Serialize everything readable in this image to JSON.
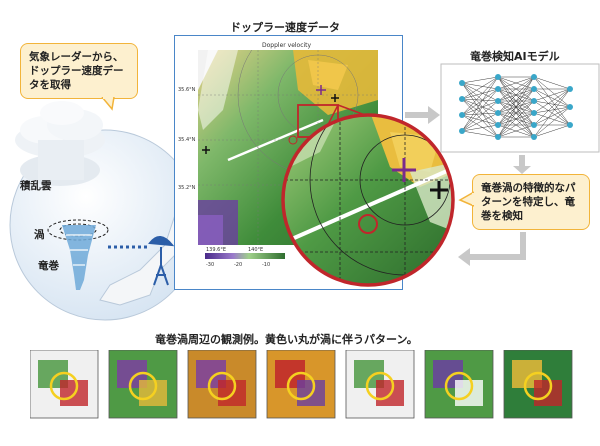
{
  "callouts": {
    "radar": "気象レーダーから、ドップラー速度データを取得",
    "detect": "竜巻渦の特徴的なパターンを特定し、竜巻を検知"
  },
  "titles": {
    "doppler": "ドップラー速度データ",
    "model": "竜巻検知AIモデル",
    "examples": "竜巻渦周辺の観測例。黄色い丸が渦に伴うパターン。"
  },
  "globe_labels": {
    "cloud": "積乱雲",
    "vortex": "渦",
    "tornado": "竜巻"
  },
  "plot": {
    "title": "Doppler velocity",
    "y_ticks": [
      "35.6°N",
      "35.4°N",
      "35.2°N"
    ],
    "x_ticks": [
      "139.6°E",
      "140°E"
    ],
    "colorbar_ticks": [
      "-30",
      "-20",
      "-10"
    ]
  },
  "colors": {
    "callout_fill": "#fdf0cf",
    "callout_border": "#f2b43a",
    "frame_blue": "#4a86c8",
    "zoom_red": "#c0262b",
    "marker_purple": "#7b2a8c",
    "highlight_yellow": "#f5d020",
    "arrow_gray": "#c8c8c8"
  }
}
